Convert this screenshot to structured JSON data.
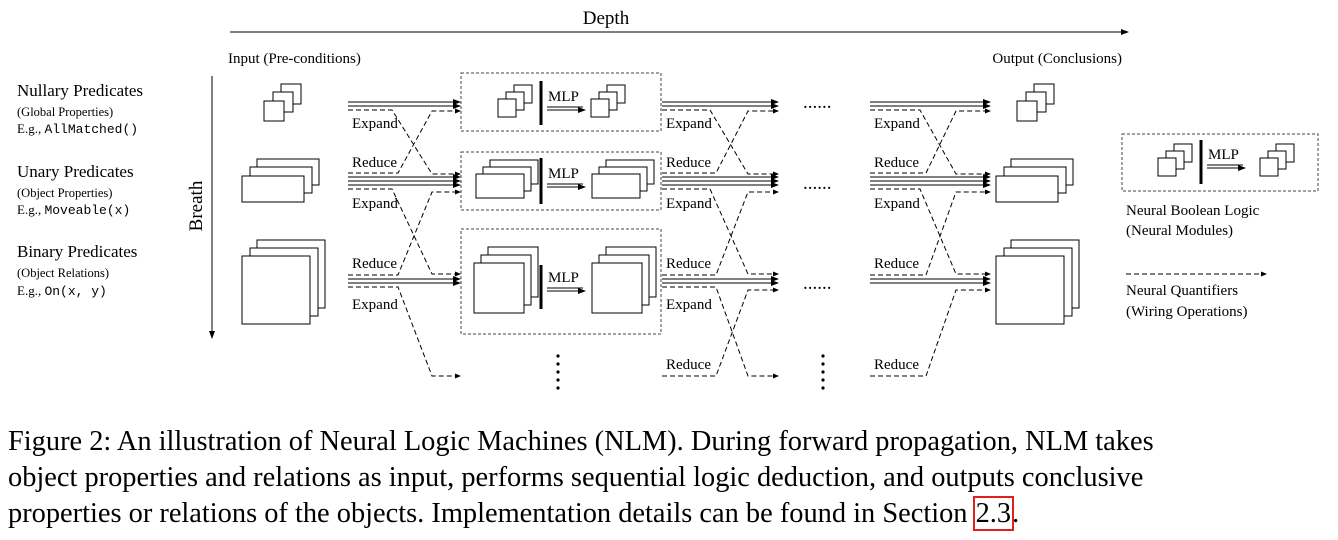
{
  "figure": {
    "depth_label": "Depth",
    "breath_label": "Breath",
    "input_label": "Input (Pre-conditions)",
    "output_label": "Output (Conclusions)",
    "rows": [
      {
        "title": "Nullary Predicates",
        "sub": "(Global Properties)",
        "eg_prefix": "E.g., ",
        "eg_code": "AllMatched()"
      },
      {
        "title": "Unary Predicates",
        "sub": "(Object Properties)",
        "eg_prefix": "E.g., ",
        "eg_code": "Moveable(x)"
      },
      {
        "title": "Binary Predicates",
        "sub": "(Object Relations)",
        "eg_prefix": "E.g., ",
        "eg_code": "On(x, y)"
      }
    ],
    "expand_label": "Expand",
    "reduce_label": "Reduce",
    "mlp_label": "MLP",
    "ellipsis": "......",
    "legend": {
      "mlp_label": "MLP",
      "logic_title": "Neural Boolean Logic",
      "logic_sub": "(Neural Modules)",
      "quant_title": "Neural Quantifiers",
      "quant_sub": "(Wiring Operations)"
    }
  },
  "caption": {
    "prefix": "Figure 2:",
    "line1": " An illustration of Neural Logic Machines (NLM). During forward propagation, NLM takes",
    "line2": "object properties and relations as input, performs sequential logic deduction, and outputs conclusive",
    "line3": "properties or relations of the objects. Implementation details can be found in Section ",
    "ref": "2.3",
    "suffix": "."
  }
}
